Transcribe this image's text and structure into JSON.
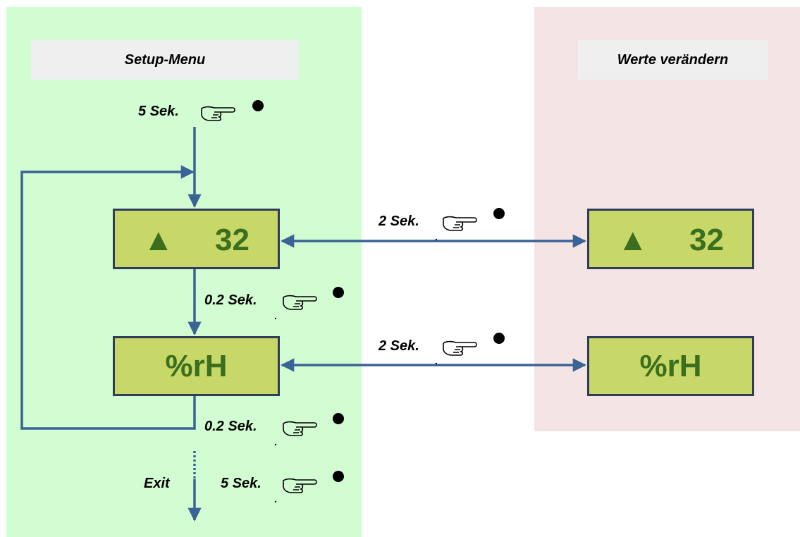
{
  "headers": {
    "setup": "Setup-Menu",
    "values": "Werte verändern"
  },
  "displays": {
    "left_1": {
      "symbol": "▲",
      "value": "32"
    },
    "left_2": {
      "unit": "%rH"
    },
    "right_1": {
      "symbol": "▲",
      "value": "32"
    },
    "right_2": {
      "unit": "%rH"
    }
  },
  "labels": {
    "entry": "5 Sek.",
    "to_values_1": "2 Sek.",
    "next_1": "0.2 Sek.",
    "to_values_2": "2 Sek.",
    "next_2": "0.2 Sek.",
    "exit_time": "5 Sek.",
    "exit": "Exit"
  },
  "colors": {
    "setup_panel": "#d2fcd2",
    "values_panel": "#f5e4e4",
    "header_box": "#efefef",
    "lcd_fill": "#c8d868",
    "lcd_text": "#3b6e1e",
    "arrow": "#3a6396"
  },
  "icons": {
    "press": "pointing-hand-icon",
    "button": "button-dot-icon"
  }
}
